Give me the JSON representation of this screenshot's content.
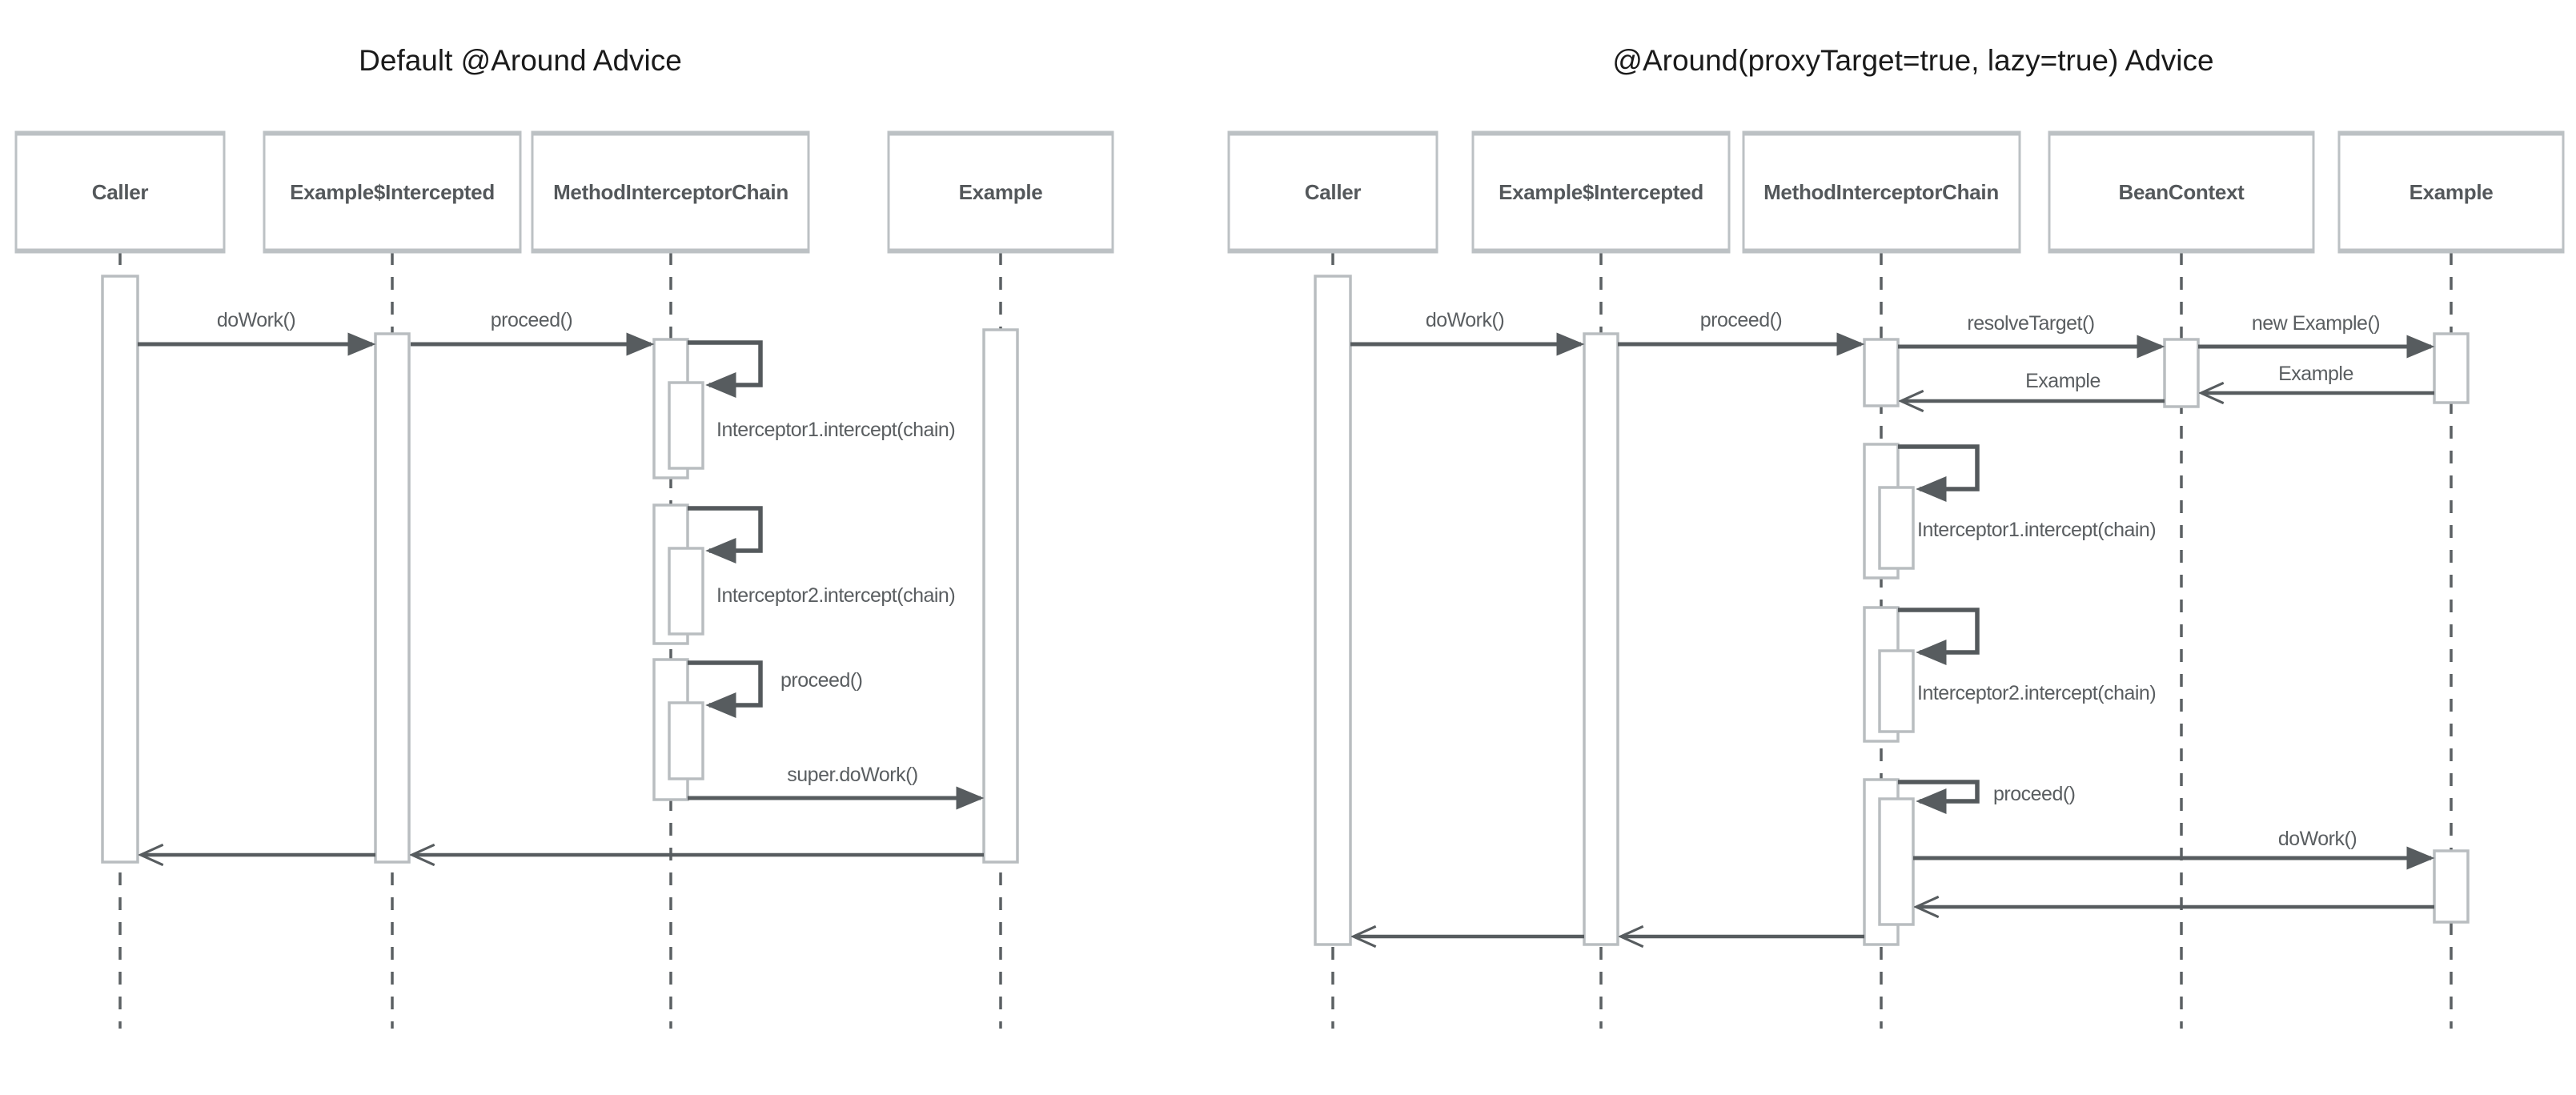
{
  "colors": {
    "background": "#ffffff",
    "message_line": "#575c5f",
    "loop_line": "#54595c",
    "activation_border": "#b9bdc0",
    "activation_fill": "#ffffff",
    "participant_box_border": "#bcc1c4",
    "participant_box_fill": "#ffffff",
    "participant_text": "#54585b",
    "message_text": "#5a5e61",
    "title_text": "#1a1a1a",
    "lifeline": "#5b6063"
  },
  "left_diagram": {
    "title": "Default @Around Advice",
    "participants": [
      "Caller",
      "Example$Intercepted",
      "MethodInterceptorChain",
      "Example"
    ],
    "messages": {
      "do_work": "doWork()",
      "proceed": "proceed()",
      "interceptor1": "Interceptor1.intercept(chain)",
      "interceptor2": "Interceptor2.intercept(chain)",
      "proceed_self": "proceed()",
      "super_do_work": "super.doWork()"
    }
  },
  "right_diagram": {
    "title": "@Around(proxyTarget=true, lazy=true) Advice",
    "participants": [
      "Caller",
      "Example$Intercepted",
      "MethodInterceptorChain",
      "BeanContext",
      "Example"
    ],
    "messages": {
      "do_work": "doWork()",
      "proceed": "proceed()",
      "resolve_target": "resolveTarget()",
      "new_example": "new Example()",
      "return_example_from_target": "Example",
      "return_example_to_chain": "Example",
      "interceptor1": "Interceptor1.intercept(chain)",
      "interceptor2": "Interceptor2.intercept(chain)",
      "proceed_self": "proceed()",
      "do_work_target": "doWork()"
    }
  }
}
